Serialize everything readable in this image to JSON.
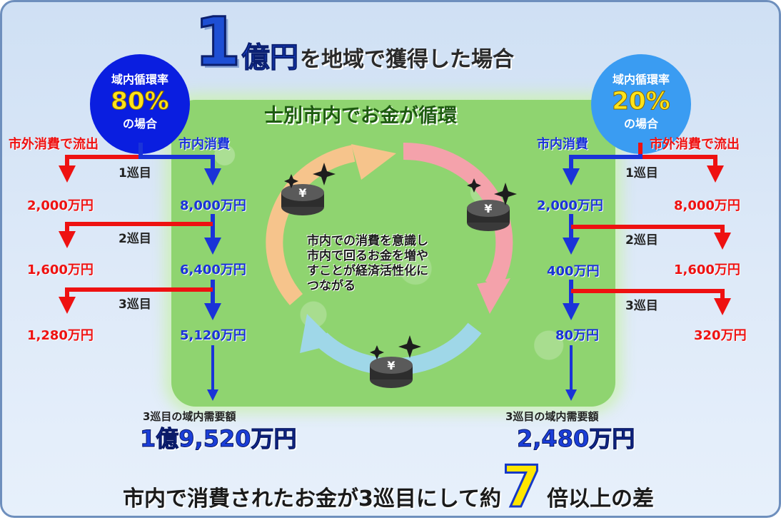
{
  "title": {
    "number": "1",
    "emphasis": "億円",
    "rest": "を地域で獲得した場合"
  },
  "sub_title": "士別市内でお金が循環",
  "center_text": [
    "市内での消費を意識し",
    "市内で回るお金を増や",
    "すことが経済活性化に",
    "つながる"
  ],
  "left": {
    "circle": {
      "line1": "域内循環率",
      "rate": "80%",
      "line3": "の場合"
    },
    "outflow_header": "市外消費で流出",
    "local_header": "市内消費",
    "rounds": [
      "1巡目",
      "2巡目",
      "3巡目"
    ],
    "outflow_amounts": [
      "2,000万円",
      "1,600万円",
      "1,280万円"
    ],
    "local_amounts": [
      "8,000万円",
      "6,400万円",
      "5,120万円"
    ],
    "third_label": "3巡目の域内需要額",
    "third_amount": "1億9,520万円"
  },
  "right": {
    "circle": {
      "line1": "域内循環率",
      "rate": "20%",
      "line3": "の場合"
    },
    "outflow_header": "市外消費で流出",
    "local_header": "市内消費",
    "rounds": [
      "1巡目",
      "2巡目",
      "3巡目"
    ],
    "outflow_amounts": [
      "8,000万円",
      "1,600万円",
      "320万円"
    ],
    "local_amounts": [
      "2,000万円",
      "400万円",
      "80万円"
    ],
    "third_label": "3巡目の域内需要額",
    "third_amount": "2,480万円"
  },
  "footer": {
    "before": "市内で消費されたお金が3巡目にして約",
    "number": "7",
    "after": "倍以上の差"
  },
  "colors": {
    "red": "#ee1111",
    "blue": "#1a33d8",
    "green_area": "#8fd470",
    "circle_80": "#0a1ee0",
    "circle_20": "#3a9cf2"
  },
  "icons": {
    "coin": "yen-coin-icon",
    "sparkle": "sparkle-icon",
    "cycle": "circulation-arrows-icon"
  }
}
